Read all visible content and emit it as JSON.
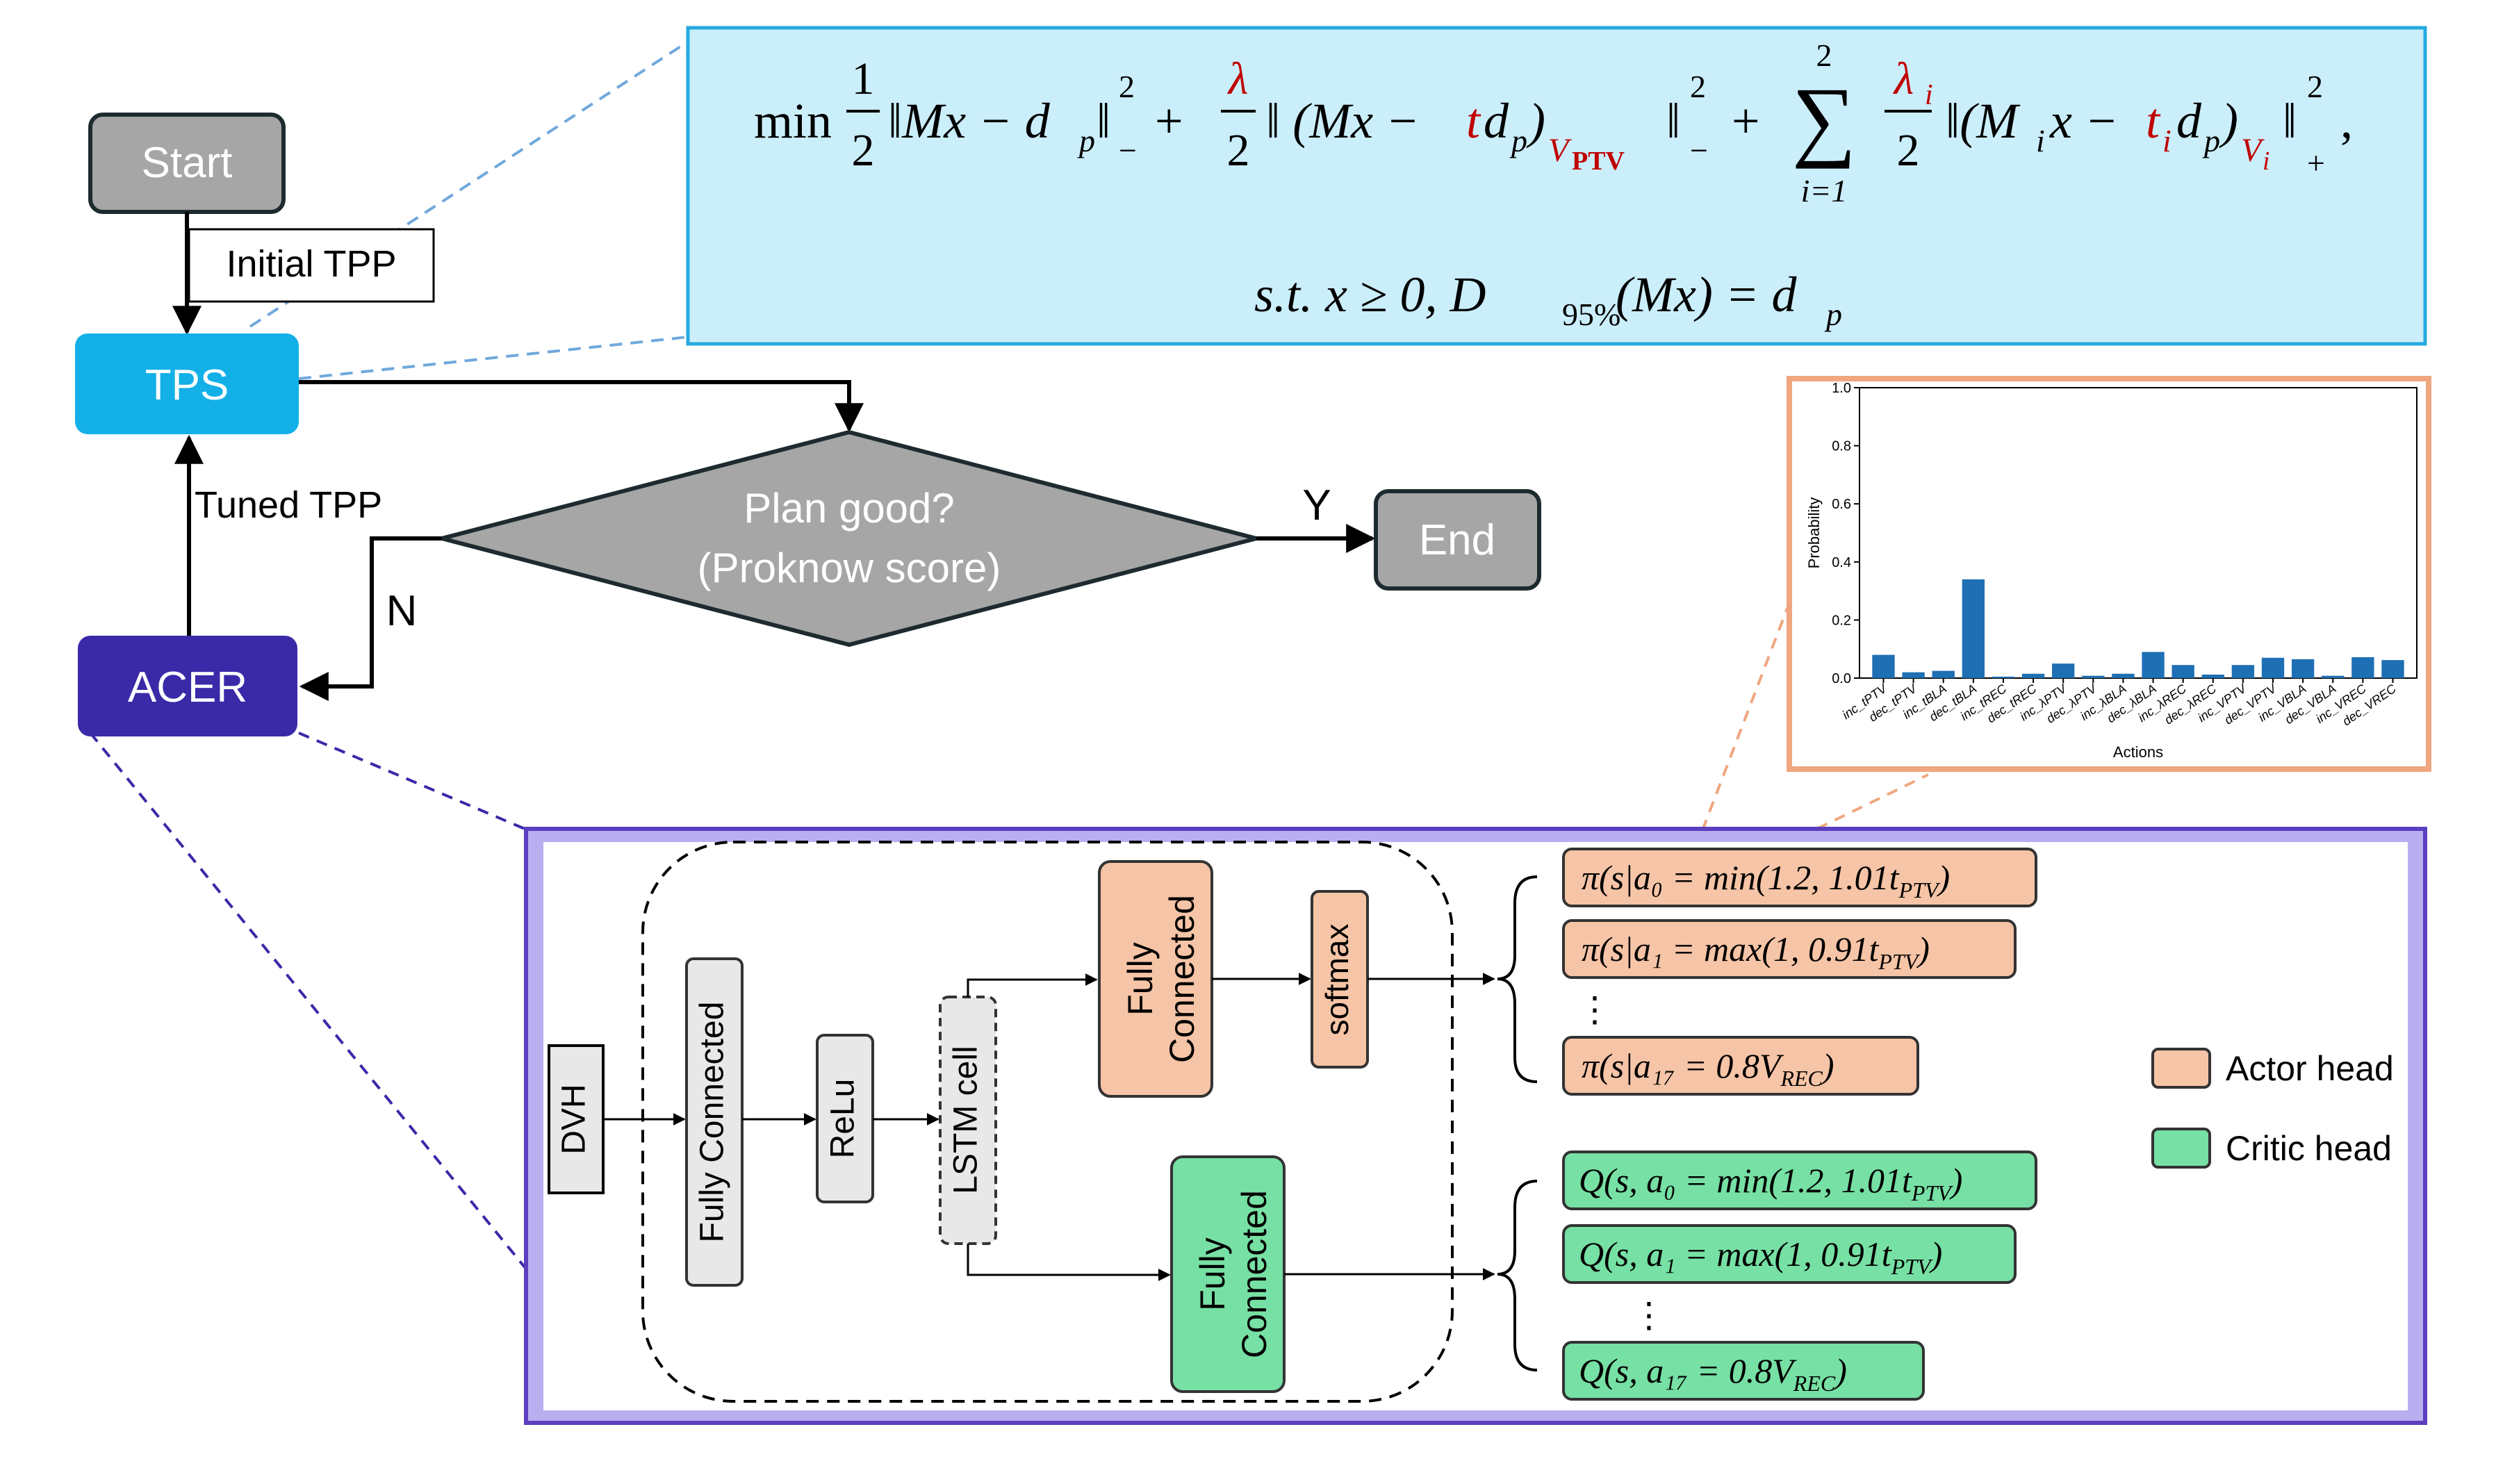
{
  "flow": {
    "start": "Start",
    "tps": "TPS",
    "acer": "ACER",
    "end": "End",
    "initial_tpp": "Initial TPP",
    "tuned_tpp": "Tuned TPP",
    "decision_line1": "Plan good?",
    "decision_line2": "(Proknow score)",
    "yes": "Y",
    "no": "N"
  },
  "formula": {
    "min_word": "min",
    "half_num": "1",
    "half_den": "2",
    "term1": "‖Mx − d",
    "sub_p": "p",
    "norm_close": "‖",
    "sup_2": "2",
    "sub_minus": "−",
    "plus": "+",
    "lambda": "λ",
    "lambda_i": "λ",
    "sub_i": "i",
    "term2_open": "‖ (Mx − ",
    "t": "t",
    "dp": "d",
    "close_paren": ")",
    "v_ptv": "V",
    "v_ptv_sub": "PTV",
    "sum": "∑",
    "sum_top": "2",
    "sum_bottom": "i=1",
    "term3_open": "‖(M",
    "term3_mid": "x − ",
    "v_i": "V",
    "sub_plus": "+",
    "comma": ",",
    "constraint": "s.t. x ≥ 0, D",
    "constraint_sub": "95%",
    "constraint_end": "(Mx) = d"
  },
  "network": {
    "dvh": "DVH",
    "fc1": "Fully Connected",
    "relu": "ReLu",
    "lstm": "LSTM cell",
    "fc_actor_line1": "Fully",
    "fc_actor_line2": "Connected",
    "softmax": "softmax",
    "fc_critic_line1": "Fully",
    "fc_critic_line2": "Connected",
    "actor_outputs": [
      "π(s|a₀ = min(1.2, 1.01t",
      "π(s|a₁ = max(1, 0.91t",
      "π(s|a₁₇ = 0.8V"
    ],
    "actor_output_subs": [
      "PTV",
      "PTV",
      "REC"
    ],
    "actor_output_close": [
      ")",
      ")",
      ")"
    ],
    "critic_outputs": [
      "Q(s, a₀ = min(1.2, 1.01t",
      "Q(s, a₁ = max(1, 0.91t",
      "Q(s, a₁₇ = 0.8V"
    ],
    "critic_output_subs": [
      "PTV",
      "PTV",
      "REC"
    ],
    "critic_output_close": [
      ")",
      ")",
      ")"
    ],
    "ellipsis": "⋮",
    "legend_actor": "Actor head",
    "legend_critic": "Critic head"
  },
  "colors": {
    "start_end": "#a6a6a6",
    "tps": "#13b0e8",
    "acer": "#3a2aa8",
    "decision": "#a6a6a6",
    "formula_bg": "#cbeefb",
    "formula_border": "#25a9e0",
    "red": "#c00000",
    "actor": "#f6c4a6",
    "critic": "#77e0a4",
    "network_border": "#5a3fbf",
    "network_bg": "#b9aef0",
    "chart_border": "#f0a67e",
    "bar": "#1f6fb4"
  },
  "chart_data": {
    "type": "bar",
    "ylabel": "Probability",
    "xlabel": "Actions",
    "ylim": [
      0,
      1.0
    ],
    "yticks": [
      0.0,
      0.2,
      0.4,
      0.6,
      0.8,
      1.0
    ],
    "categories": [
      "inc_tPTV",
      "dec_tPTV",
      "inc_tBLA",
      "dec_tBLA",
      "inc_tREC",
      "dec_tREC",
      "inc_λPTV",
      "dec_λPTV",
      "inc_λBLA",
      "dec_λBLA",
      "inc_λREC",
      "dec_λREC",
      "inc_VPTV",
      "dec_VPTV",
      "inc_VBLA",
      "dec_VBLA",
      "inc_VREC",
      "dec_VREC"
    ],
    "values": [
      0.08,
      0.02,
      0.025,
      0.34,
      0.005,
      0.015,
      0.05,
      0.008,
      0.015,
      0.09,
      0.045,
      0.012,
      0.045,
      0.07,
      0.065,
      0.008,
      0.072,
      0.062
    ]
  }
}
